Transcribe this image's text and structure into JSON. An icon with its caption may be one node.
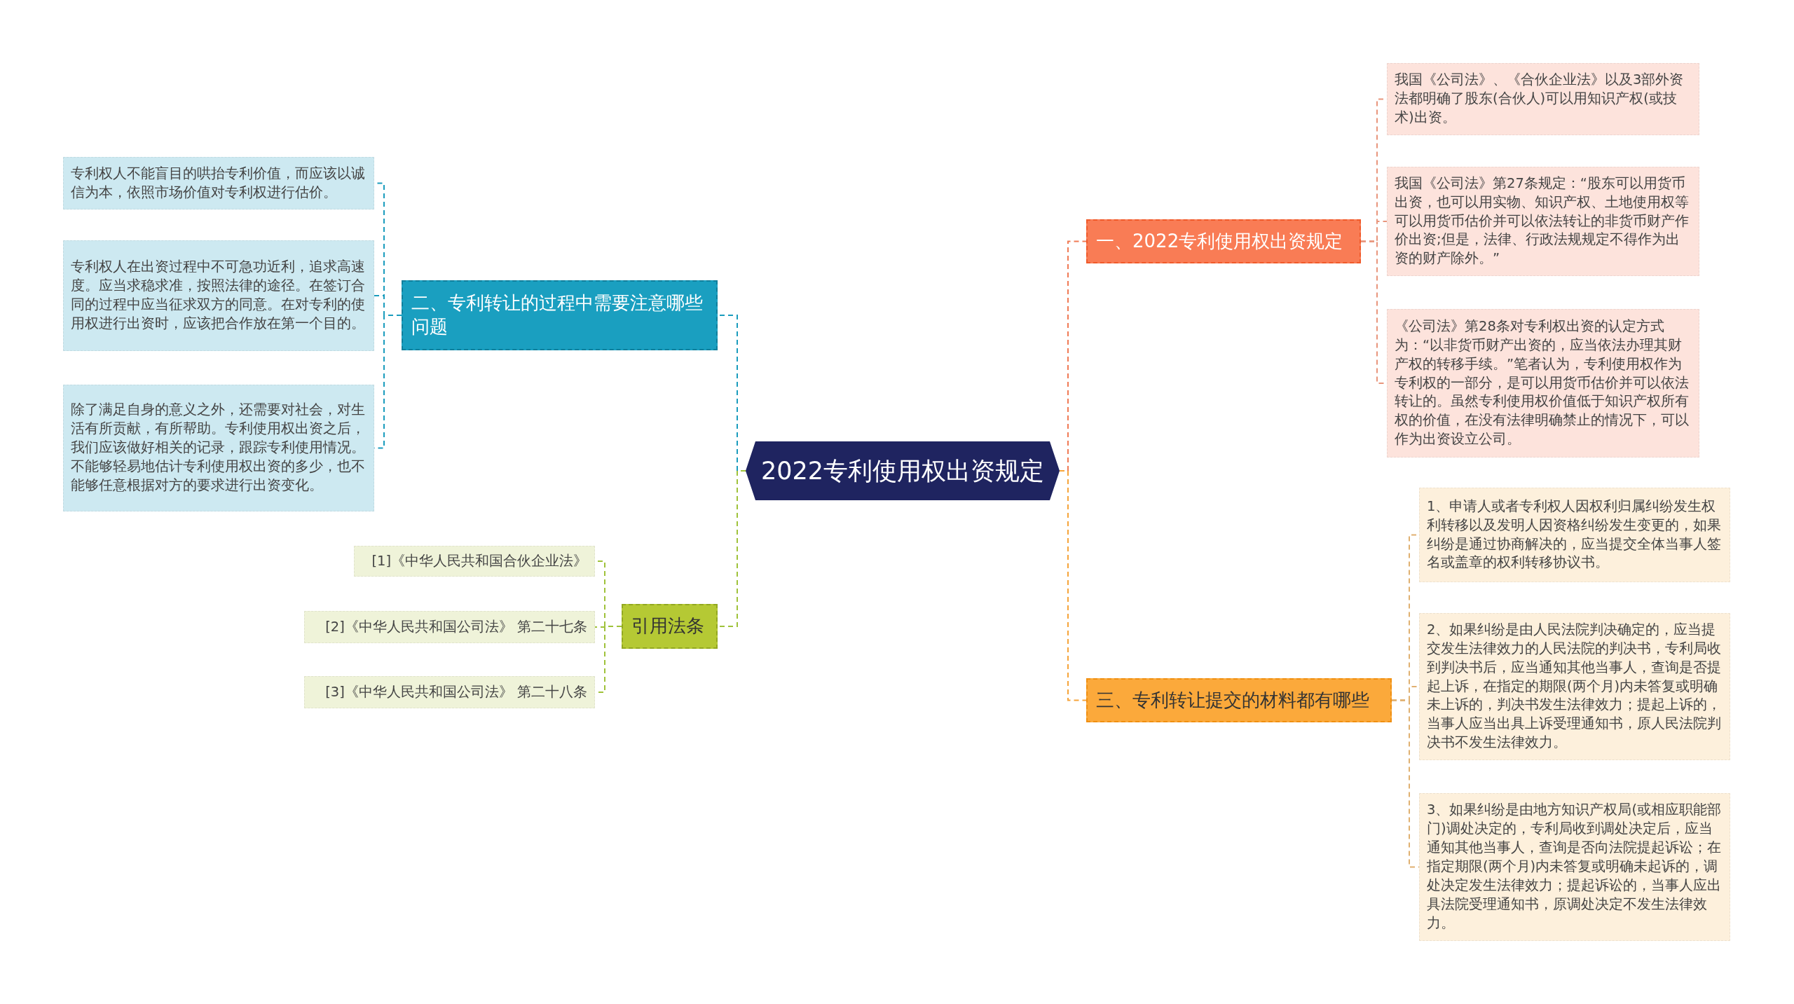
{
  "diagram": {
    "nodes": [
      {
        "text": [
          "2022专利使用权出资规定"
        ]
      },
      {
        "text": [
          "一、2022专利使用权出资规定"
        ]
      },
      {
        "text": [
          "我国《公司法》、《合伙企业法》以及3部外资法都明确了股东(合伙人)可以用知识产权(或技术)出资。"
        ]
      },
      {
        "text": [
          "我国《公司法》第27条规定：“股东可以用货币出资，也可以用实物、知识产权、土地使用权等可以用货币估价并可以依法转让的非货币财产作价出资;但是，法律、行政法规规定不得作为出资的财产除外。”"
        ]
      },
      {
        "text": [
          "《公司法》第28条对专利权出资的认定方式为：“以非货币财产出资的，应当依法办理其财产权的转移手续。”笔者认为，专利使用权作为专利权的一部分，是可以用货币估价并可以依法转让的。虽然专利使用权价值低于知识产权所有权的价值，在没有法律明确禁止的情况下，可以作为出资设立公司。"
        ]
      },
      {
        "text": [
          "二、专利转让的过程中需要注意哪些问题"
        ]
      },
      {
        "text": [
          "专利权人不能盲目的哄抬专利价值，而应该以诚信为本，依照市场价值对专利权进行估价。"
        ]
      },
      {
        "text": [
          "专利权人在出资过程中不可急功近利，追求高速度。应当求稳求准，按照法律的途径。在签订合同的过程中应当征求双方的同意。在对专利的使用权进行出资时，应该把合作放在第一个目的。"
        ]
      },
      {
        "text": [
          "除了满足自身的意义之外，还需要对社会，对生活有所贡献，有所帮助。专利使用权出资之后，我们应该做好相关的记录，跟踪专利使用情况。不能够轻易地估计专利使用权出资的多少，也不能够任意根据对方的要求进行出资变化。"
        ]
      },
      {
        "text": [
          "引用法条"
        ]
      },
      {
        "text": [
          "[1]《中华人民共和国合伙企业法》"
        ]
      },
      {
        "text": [
          "[2]《中华人民共和国公司法》 第二十七条"
        ]
      },
      {
        "text": [
          "[3]《中华人民共和国公司法》 第二十八条"
        ]
      },
      {
        "text": [
          "三、专利转让提交的材料都有哪些"
        ]
      },
      {
        "text": [
          "1、申请人或者专利权人因权利归属纠纷发生权利转移以及发明人因资格纠纷发生变更的，如果纠纷是通过协商解决的，应当提交全体当事人签名或盖章的权利转移协议书。"
        ]
      },
      {
        "text": [
          "2、如果纠纷是由人民法院判决确定的，应当提交发生法律效力的人民法院的判决书，专利局收到判决书后，应当通知其他当事人，查询是否提起上诉，在指定的期限(两个月)内未答复或明确未上诉的，判决书发生法律效力；提起上诉的，当事人应当出具上诉受理通知书，原人民法院判决书不发生法律效力。"
        ]
      },
      {
        "text": [
          "3、如果纠纷是由地方知识产权局(或相应职能部门)调处决定的，专利局收到调处决定后，应当通知其他当事人，查询是否向法院提起诉讼；在指定期限(两个月)内未答复或明确未起诉的，调处决定发生法律效力；提起诉讼的，当事人应出具法院受理通知书，原调处决定不发生法律效力。"
        ]
      }
    ],
    "edges": [
      {
        "from": 0,
        "to": 1,
        "arrow": "none",
        "style": "dashed",
        "color": "#f07a55"
      },
      {
        "from": 1,
        "to": 2,
        "arrow": "none",
        "style": "dashed",
        "color": "#e8957c"
      },
      {
        "from": 1,
        "to": 3,
        "arrow": "none",
        "style": "dashed",
        "color": "#e8957c"
      },
      {
        "from": 1,
        "to": 4,
        "arrow": "none",
        "style": "dashed",
        "color": "#e8957c"
      },
      {
        "from": 0,
        "to": 5,
        "arrow": "none",
        "style": "dashed",
        "color": "#1a9cbd"
      },
      {
        "from": 5,
        "to": 6,
        "arrow": "none",
        "style": "dashed",
        "color": "#1a9cbd"
      },
      {
        "from": 5,
        "to": 7,
        "arrow": "none",
        "style": "dashed",
        "color": "#1a9cbd"
      },
      {
        "from": 5,
        "to": 8,
        "arrow": "none",
        "style": "dashed",
        "color": "#1a9cbd"
      },
      {
        "from": 0,
        "to": 9,
        "arrow": "none",
        "style": "dashed",
        "color": "#9fc23a"
      },
      {
        "from": 9,
        "to": 10,
        "arrow": "none",
        "style": "dashed",
        "color": "#9fc23a"
      },
      {
        "from": 9,
        "to": 11,
        "arrow": "none",
        "style": "dashed",
        "color": "#9fc23a"
      },
      {
        "from": 9,
        "to": 12,
        "arrow": "none",
        "style": "dashed",
        "color": "#9fc23a"
      },
      {
        "from": 0,
        "to": 13,
        "arrow": "none",
        "style": "dashed",
        "color": "#f6a43a"
      },
      {
        "from": 13,
        "to": 14,
        "arrow": "none",
        "style": "dashed",
        "color": "#e0b070"
      },
      {
        "from": 13,
        "to": 15,
        "arrow": "none",
        "style": "dashed",
        "color": "#e0b070"
      },
      {
        "from": 13,
        "to": 16,
        "arrow": "none",
        "style": "dashed",
        "color": "#e0b070"
      }
    ]
  }
}
